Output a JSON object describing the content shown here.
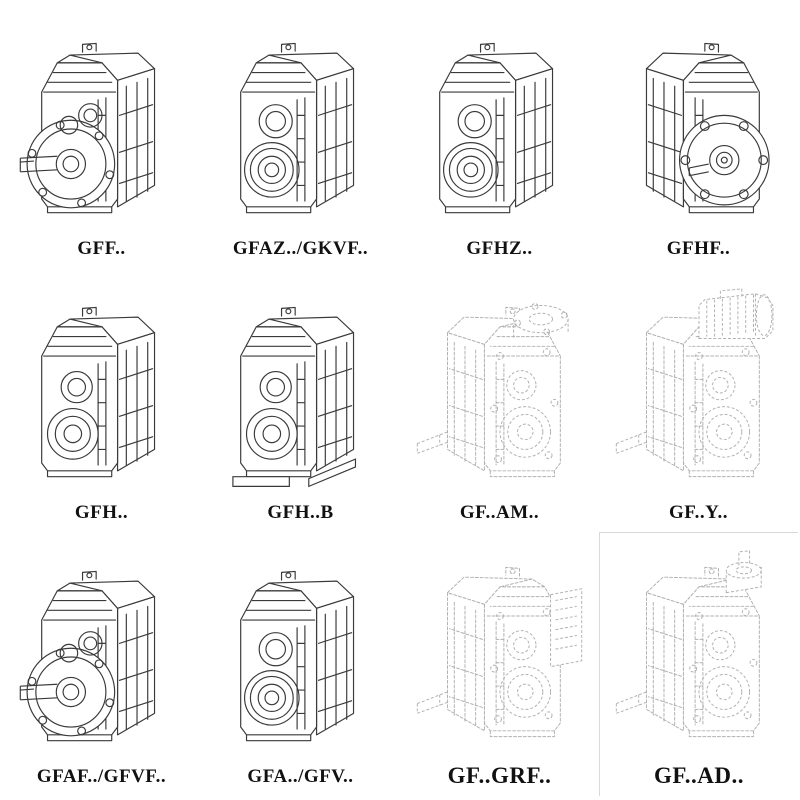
{
  "colors": {
    "line_solid": "#3a3a3a",
    "line_ghost": "#b0b0b0",
    "label": "#111111"
  },
  "grid": {
    "items": [
      {
        "label": "GFF..",
        "drawing": "flange-shaft-reducer",
        "style": "solid"
      },
      {
        "label": "GFAZ../GKVF..",
        "drawing": "hollow-shaft-reducer",
        "style": "solid"
      },
      {
        "label": "GFHZ..",
        "drawing": "hollow-shaft-reducer",
        "style": "solid"
      },
      {
        "label": "GFHF..",
        "drawing": "large-flange-reducer",
        "style": "solid"
      },
      {
        "label": "GFH..",
        "drawing": "shaft-mounted-reducer",
        "style": "solid"
      },
      {
        "label": "GFH..B",
        "drawing": "foot-mounted-reducer",
        "style": "solid"
      },
      {
        "label": "GF..AM..",
        "drawing": "reducer-with-motor-flange",
        "style": "ghost"
      },
      {
        "label": "GF..Y..",
        "drawing": "reducer-with-motor",
        "style": "ghost"
      },
      {
        "label": "GFAF../GFVF..",
        "drawing": "flange-shaft-reducer",
        "style": "solid"
      },
      {
        "label": "GFA../GFV..",
        "drawing": "hollow-shaft-reducer",
        "style": "solid"
      },
      {
        "label": "GF..GRF..",
        "drawing": "reducer-with-backstop-unit",
        "style": "ghost"
      },
      {
        "label": "GF..AD..",
        "drawing": "reducer-with-input-adapter",
        "style": "ghost"
      }
    ]
  }
}
